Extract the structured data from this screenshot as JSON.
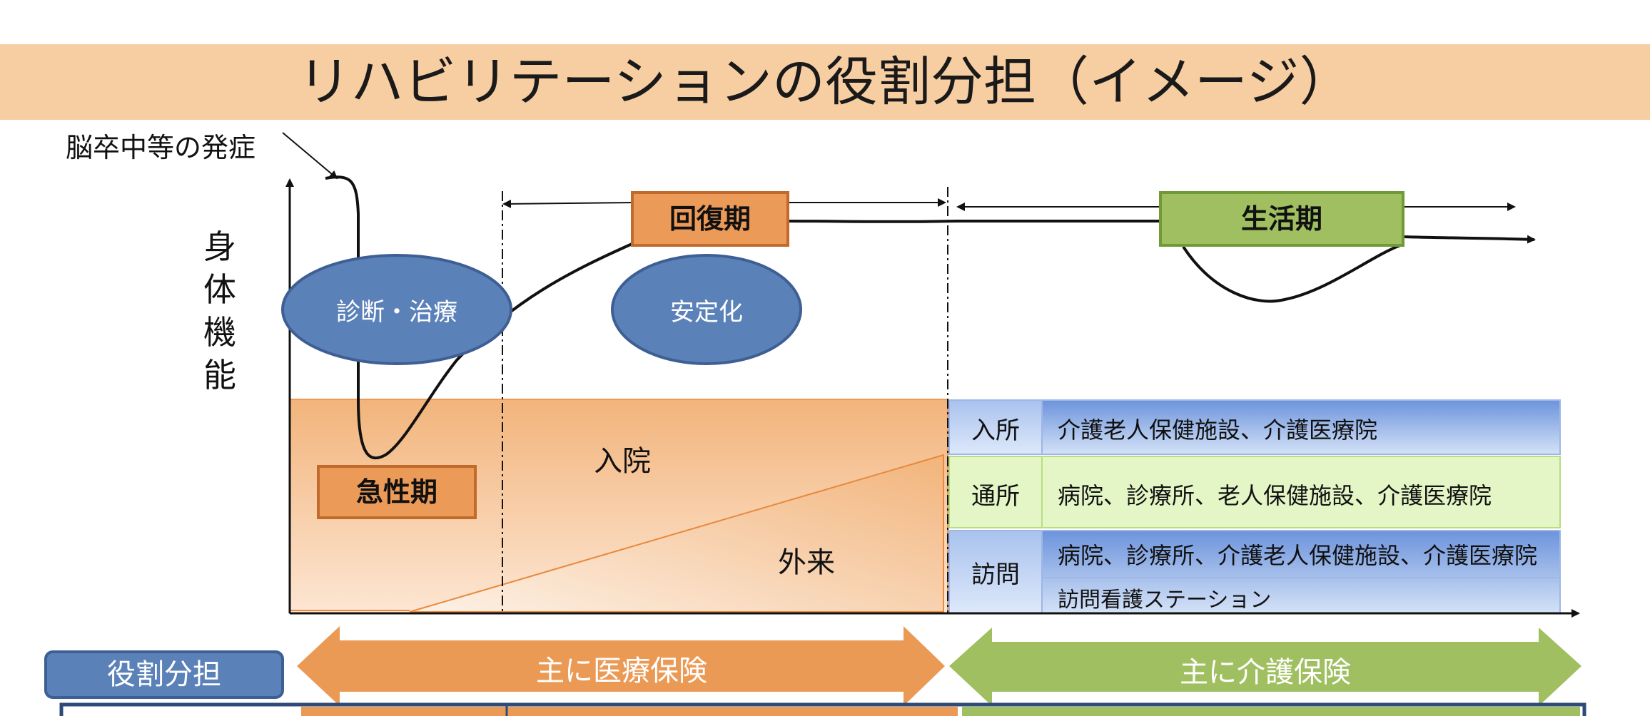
{
  "title": "リハビリテーションの役割分担（イメージ）",
  "onset_label": "脳卒中等の発症",
  "y_axis_label": [
    "身",
    "体",
    "機",
    "能"
  ],
  "ellipses": {
    "diagnosis": "診断・治療",
    "stabilize": "安定化"
  },
  "phases": {
    "acute": "急性期",
    "recovery": "回復期",
    "life": "生活期"
  },
  "medical_area": {
    "inpatient": "入院",
    "outpatient": "外来"
  },
  "care_services": [
    {
      "label": "入所",
      "text": "介護老人保健施設、介護医療院"
    },
    {
      "label": "通所",
      "text": "病院、診療所、老人保健施設、介護医療院"
    },
    {
      "label": "訪問",
      "text": "病院、診療所、介護老人保健施設、介護医療院",
      "sub_text": "訪問看護ステーション"
    }
  ],
  "role_label": "役割分担",
  "insurance": {
    "medical": "主に医療保険",
    "care": "主に介護保険"
  },
  "colors": {
    "title_band": "#f7cea2",
    "ellipse": "#5b81b9",
    "orange_phase": "#ec9a57",
    "green_phase": "#9fbf60",
    "blue_row": "#8eaee5",
    "green_row": "#e4f6c6",
    "medical_arrow": "#eb9a55",
    "care_arrow": "#9fbf60"
  }
}
